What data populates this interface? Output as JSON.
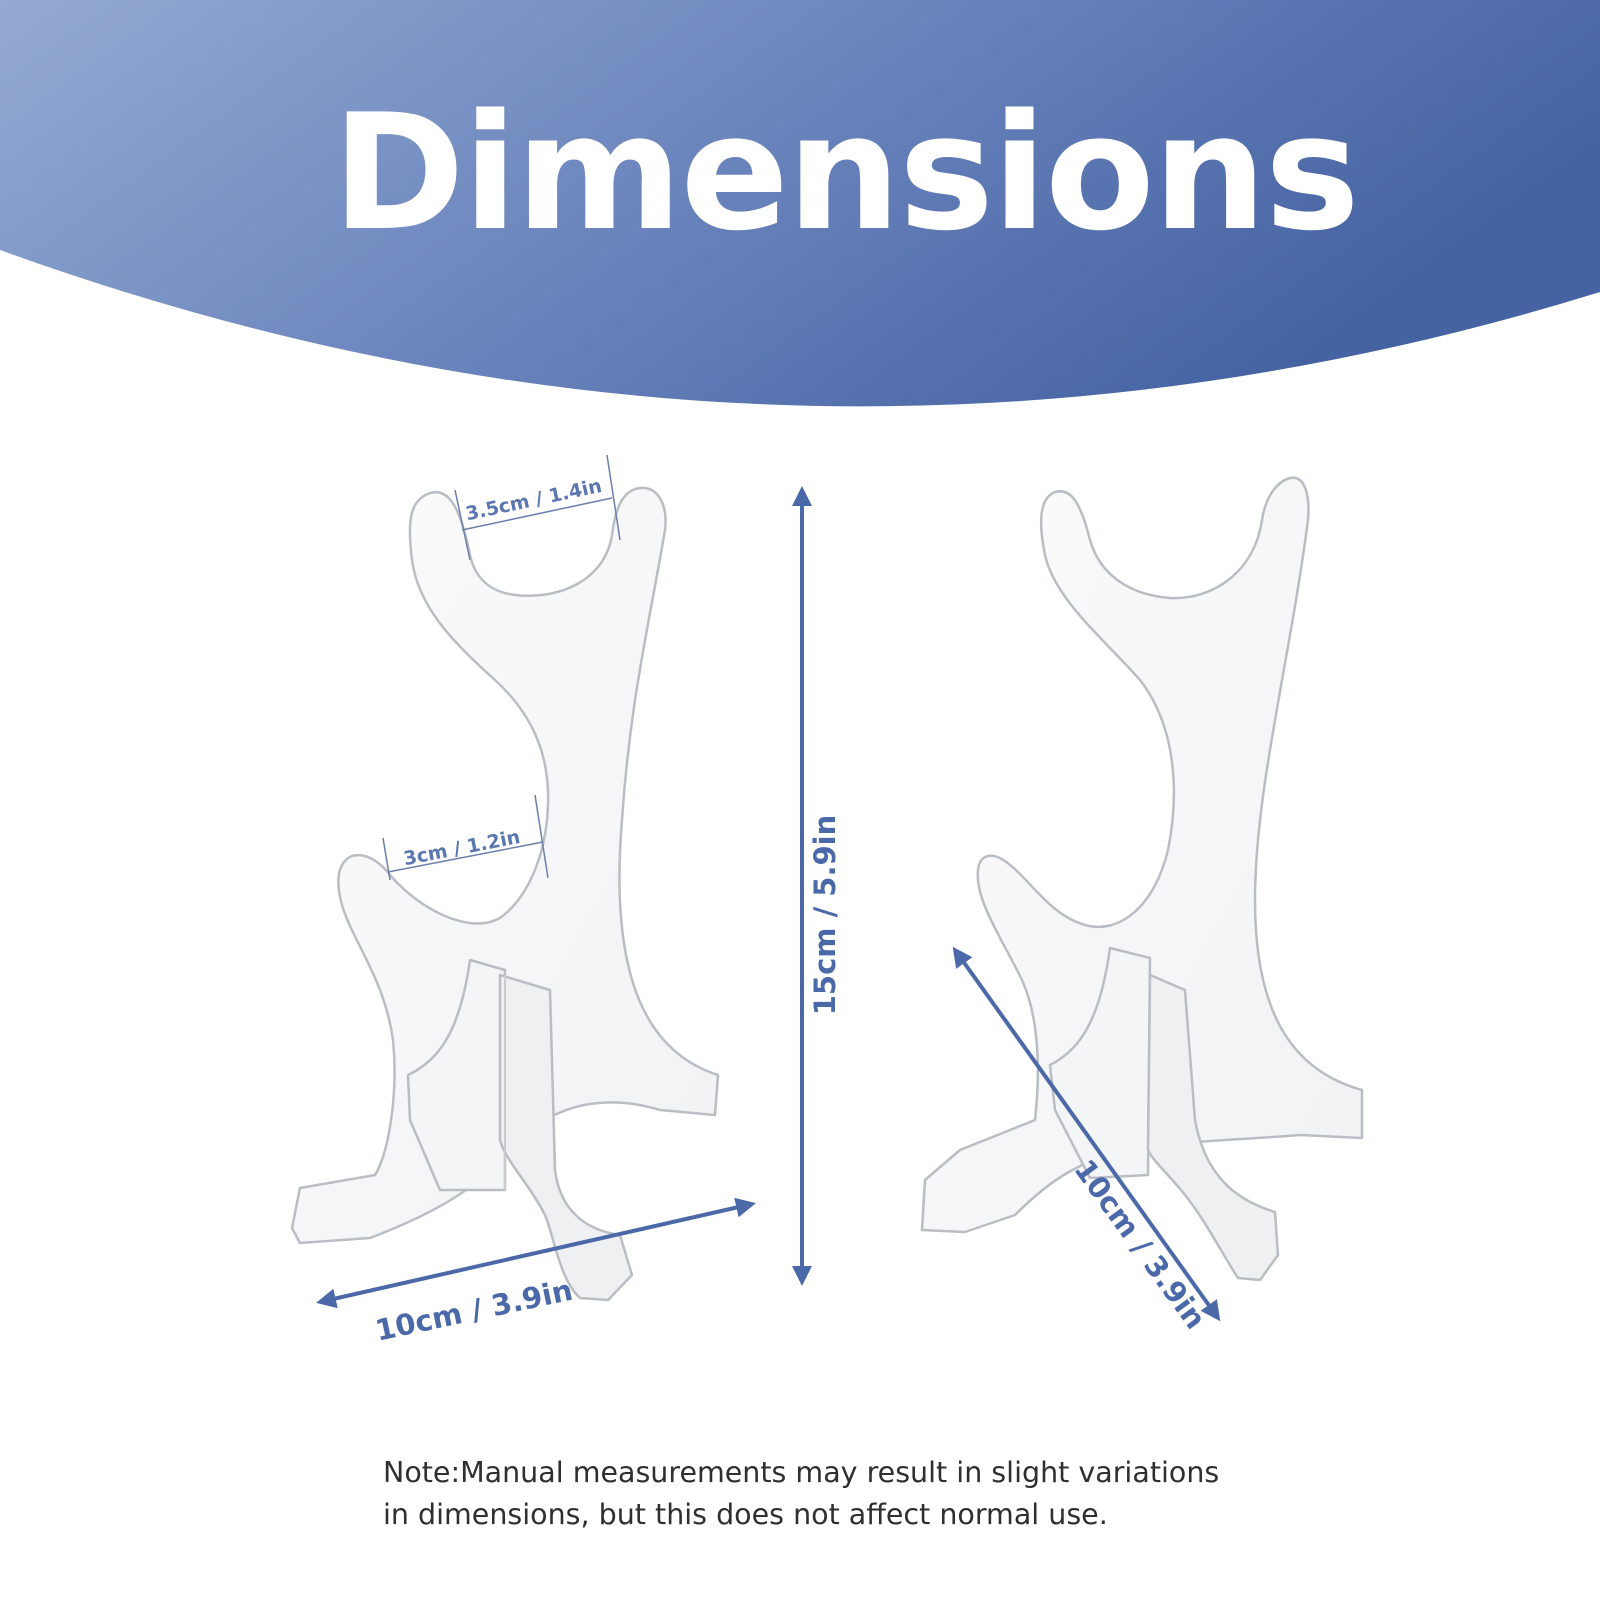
{
  "header": {
    "title": "Dimensions"
  },
  "dimensions": {
    "top_opening": "3.5cm / 1.4in",
    "lower_opening": "3cm / 1.2in",
    "height": "15cm / 5.9in",
    "base_width_front": "10cm / 3.9in",
    "base_depth_side": "10cm / 3.9in"
  },
  "note": {
    "line1": "Note:Manual measurements may result in slight variations",
    "line2": "in dimensions, but this does not affect normal use."
  },
  "colors": {
    "banner_light": "#8fa5cf",
    "banner_dark": "#4563a2",
    "arrow": "#4b68a8",
    "acrylic_edge": "#b9bec4"
  }
}
